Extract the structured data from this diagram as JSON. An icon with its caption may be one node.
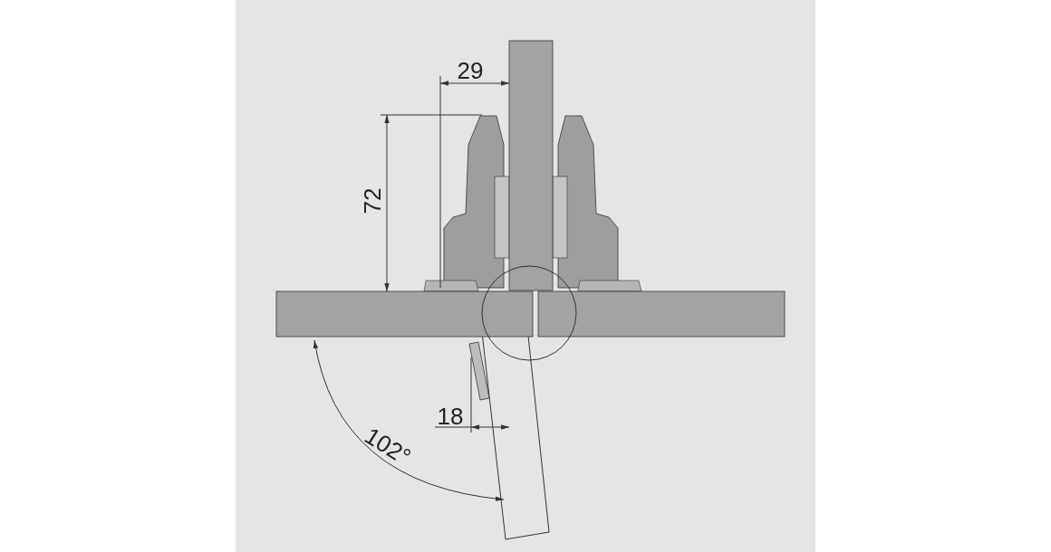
{
  "diagram": {
    "labels": [
      "29",
      "72",
      "18",
      "102°"
    ]
  }
}
